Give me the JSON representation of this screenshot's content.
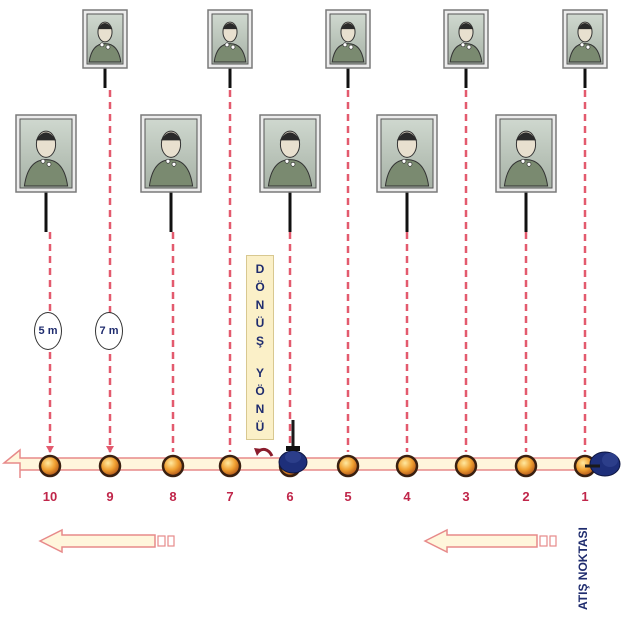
{
  "stations": [
    "1",
    "2",
    "3",
    "4",
    "5",
    "6",
    "7",
    "8",
    "9",
    "10"
  ],
  "distance_markers": [
    {
      "id": "5m",
      "label": "5 m"
    },
    {
      "id": "7m",
      "label": "7 m"
    }
  ],
  "turn_direction": {
    "word1": [
      "D",
      "Ö",
      "N",
      "Ü",
      "Ş"
    ],
    "word2": [
      "Y",
      "Ö",
      "N",
      "Ü"
    ]
  },
  "firing_point_label": "ATIŞ NOKTASI",
  "colors": {
    "dashed_line": "#e35a6e",
    "station_fill": "#e8962a",
    "station_border": "#3a2010",
    "arrow_fill": "#fff6dc",
    "arrow_border": "#e78a8a",
    "label_navy": "#1f2c6e",
    "number_red": "#c0264a",
    "target_frame": "#7a7a7a"
  },
  "icons": [
    "target-figure-icon",
    "shooter-icon",
    "turn-arrow-icon",
    "direction-arrow-icon",
    "station-dot-icon"
  ]
}
